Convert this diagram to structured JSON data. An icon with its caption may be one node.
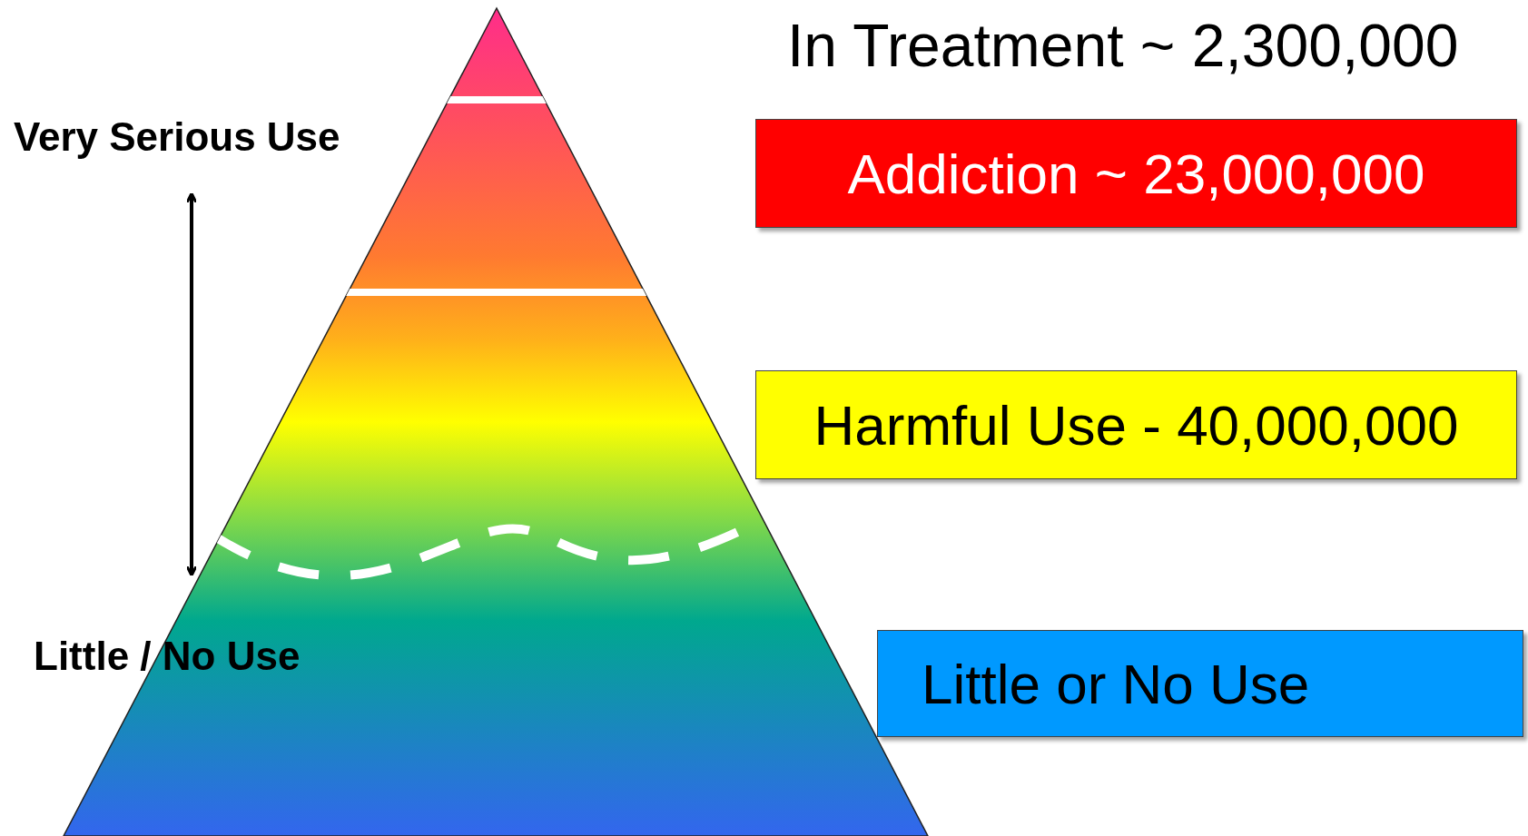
{
  "diagram": {
    "nodes": [
      {
        "text": [
          "Addiction ~ 23,000,000"
        ]
      },
      {
        "text": [
          "Harmful Use - 40,000,000"
        ]
      },
      {
        "text": [
          "Little or No Use"
        ]
      }
    ],
    "labels": [
      "In Treatment ~ 2,300,000",
      "Very Serious Use",
      "Little / No Use"
    ]
  }
}
